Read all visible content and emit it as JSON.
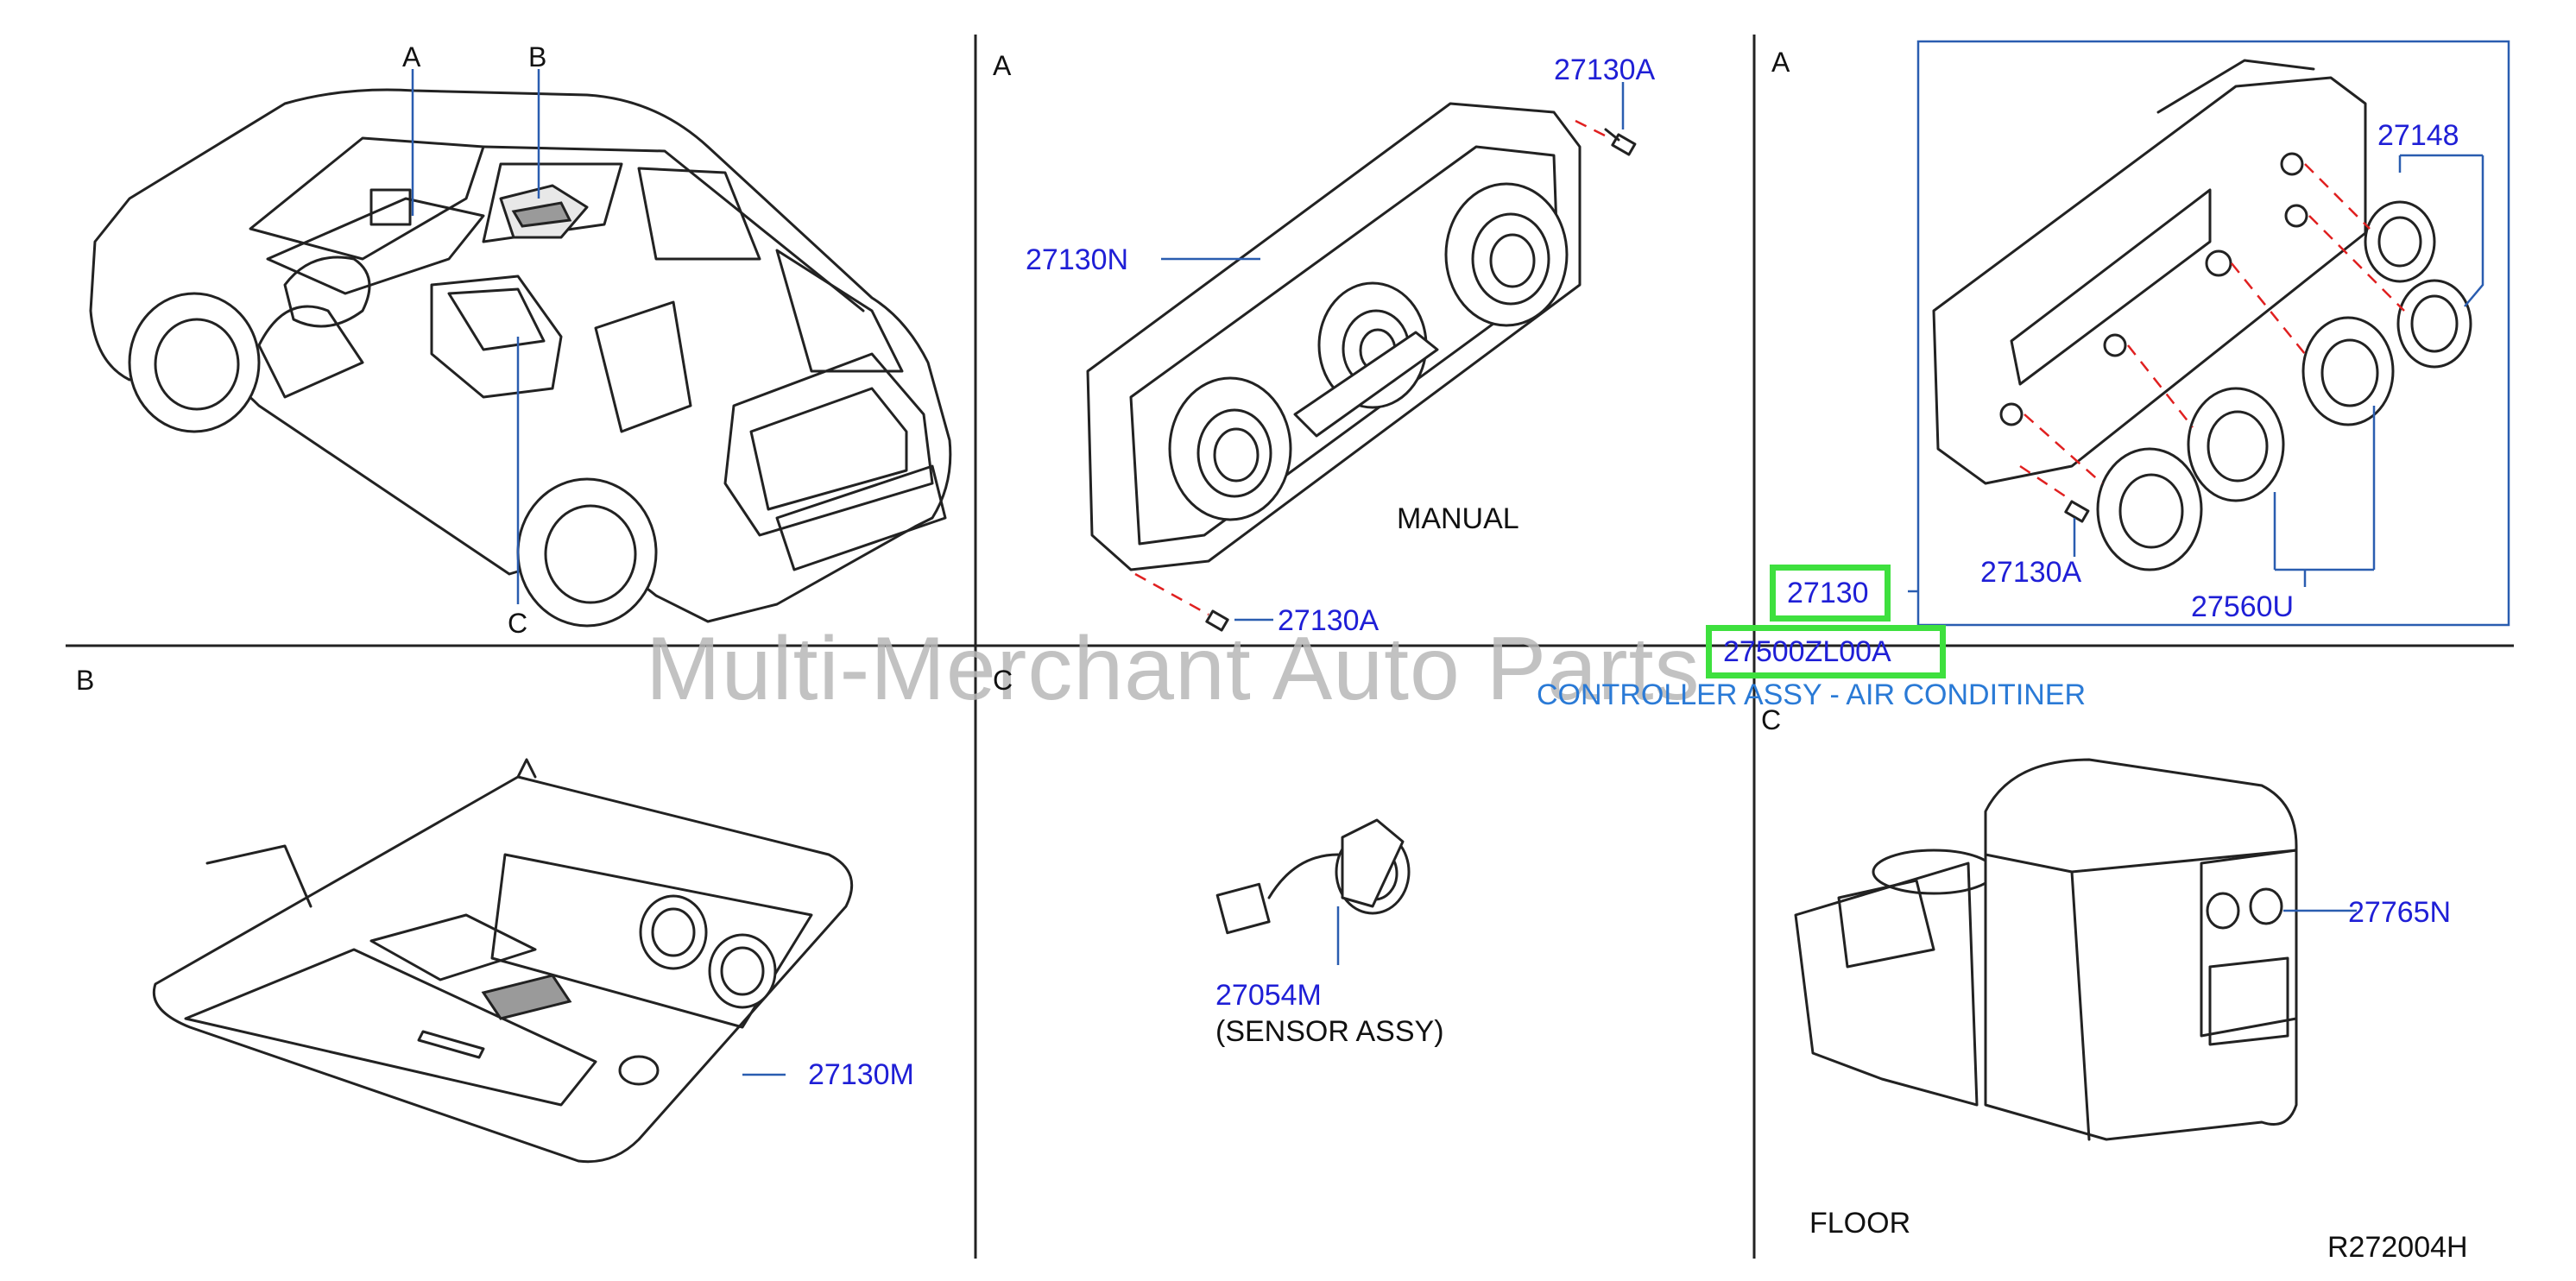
{
  "sections": {
    "car_A": "A",
    "car_B": "B",
    "car_C": "C",
    "panel_A_manual": "A",
    "panel_A_auto": "A",
    "panel_B": "B",
    "panel_C_sensor": "C",
    "panel_C_floor": "C"
  },
  "parts": {
    "p27130A_top": "27130A",
    "p27130N": "27130N",
    "p27130A_bottom": "27130A",
    "p27148": "27148",
    "p27130A_auto": "27130A",
    "p27560U": "27560U",
    "p27130": "27130",
    "p27500ZL00A": "27500ZL00A",
    "p27130M": "27130M",
    "p27054M": "27054M",
    "p27765N": "27765N"
  },
  "labels": {
    "manual": "MANUAL",
    "sensor_assy": "(SENSOR   ASSY)",
    "floor": "FLOOR",
    "description": "CONTROLLER ASSY - AIR CONDITINER",
    "ref_code": "R272004H"
  },
  "watermark": "Multi-Merchant Auto Parts",
  "colors": {
    "part_number": "#1f1fd6",
    "highlight": "#3ee03e",
    "leader": "#2a5db0",
    "dashed_guide": "#e02020"
  }
}
